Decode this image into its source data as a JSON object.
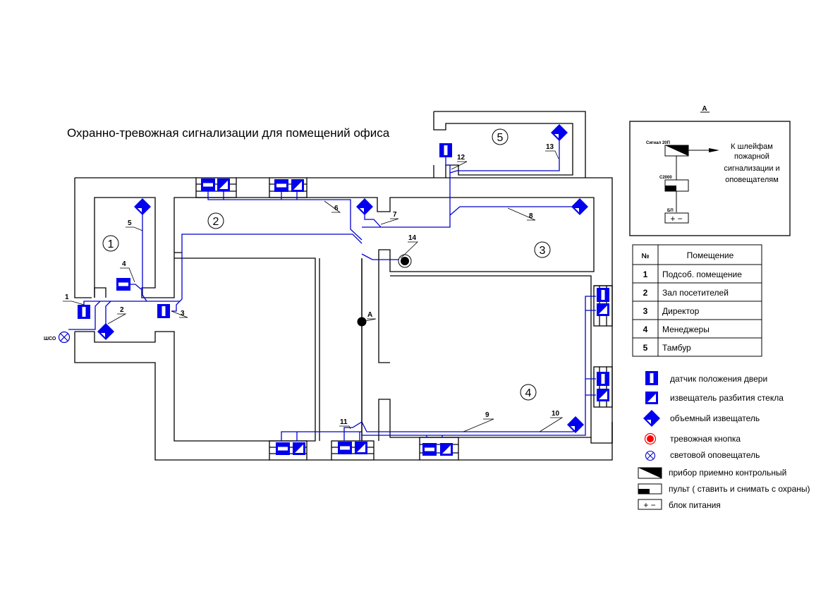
{
  "title": "Охранно-тревожная сигнализации для помещений офиса",
  "colors": {
    "device": "#0000ee",
    "wire": "#0000cc",
    "alarm_button": "#ff0000",
    "walls": "#000000"
  },
  "rooms": [
    {
      "number": "1"
    },
    {
      "number": "2"
    },
    {
      "number": "3"
    },
    {
      "number": "4"
    },
    {
      "number": "5"
    }
  ],
  "line_labels": {
    "l1": "1",
    "l2": "2",
    "l3": "3",
    "l4": "4",
    "l5": "5",
    "l6": "6",
    "l7": "7",
    "l8": "8",
    "l9": "9",
    "l10": "10",
    "l11": "11",
    "l12": "12",
    "l13": "13",
    "l14": "14",
    "point_a": "A",
    "light_annunciator": "ШСО"
  },
  "detail_a": {
    "title": "A",
    "panel_label": "Сигнал 20П",
    "console_label": "С2000",
    "power_label": "БП",
    "power_symbols": "+ −",
    "arrow_text": [
      "К шлейфам",
      "пожарной",
      "сигнализации и",
      "оповещателям"
    ]
  },
  "room_table": {
    "headers": [
      "№",
      "Помещение"
    ],
    "rows": [
      [
        "1",
        "Подсоб. помещение"
      ],
      [
        "2",
        "Зал посетителей"
      ],
      [
        "3",
        "Директор"
      ],
      [
        "4",
        "Менеджеры"
      ],
      [
        "5",
        "Тамбур"
      ]
    ]
  },
  "legend": [
    {
      "icon": "door-sensor-icon",
      "label": "датчик положения двери"
    },
    {
      "icon": "glass-break-detector-icon",
      "label": "извещатель разбития стекла"
    },
    {
      "icon": "motion-detector-icon",
      "label": "объемный извещатель"
    },
    {
      "icon": "alarm-button-icon",
      "label": "тревожная кнопка"
    },
    {
      "icon": "light-annunciator-icon",
      "label": "световой оповещатель"
    },
    {
      "icon": "control-panel-icon",
      "label": "прибор приемно контрольный"
    },
    {
      "icon": "console-icon",
      "label": "пульт ( ставить и снимать с охраны)"
    },
    {
      "icon": "power-supply-icon",
      "label": "блок питания"
    }
  ]
}
